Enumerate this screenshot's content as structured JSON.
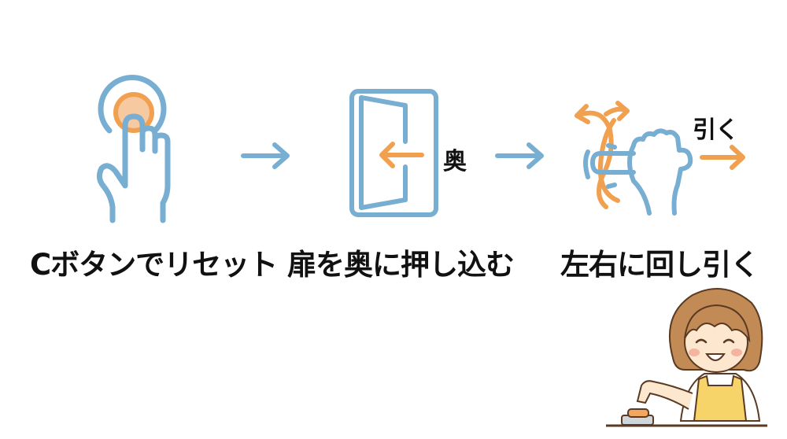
{
  "colors": {
    "blue": "#77aed1",
    "orange": "#f0a04e",
    "orange_fill": "#f7c9a0",
    "text": "#111111",
    "background": "#ffffff"
  },
  "steps": [
    {
      "icon": "finger-press-button-icon",
      "label": "Cボタンでリセット"
    },
    {
      "icon": "door-push-icon",
      "label": "扉を奥に押し込む",
      "annotation": "奥"
    },
    {
      "icon": "twist-pull-handle-icon",
      "label": "左右に回し引く",
      "annotation": "引く"
    }
  ],
  "arrows": [
    {
      "icon": "arrow-right-icon"
    },
    {
      "icon": "arrow-right-icon"
    }
  ],
  "character": {
    "icon": "woman-pressing-button-illustration"
  }
}
